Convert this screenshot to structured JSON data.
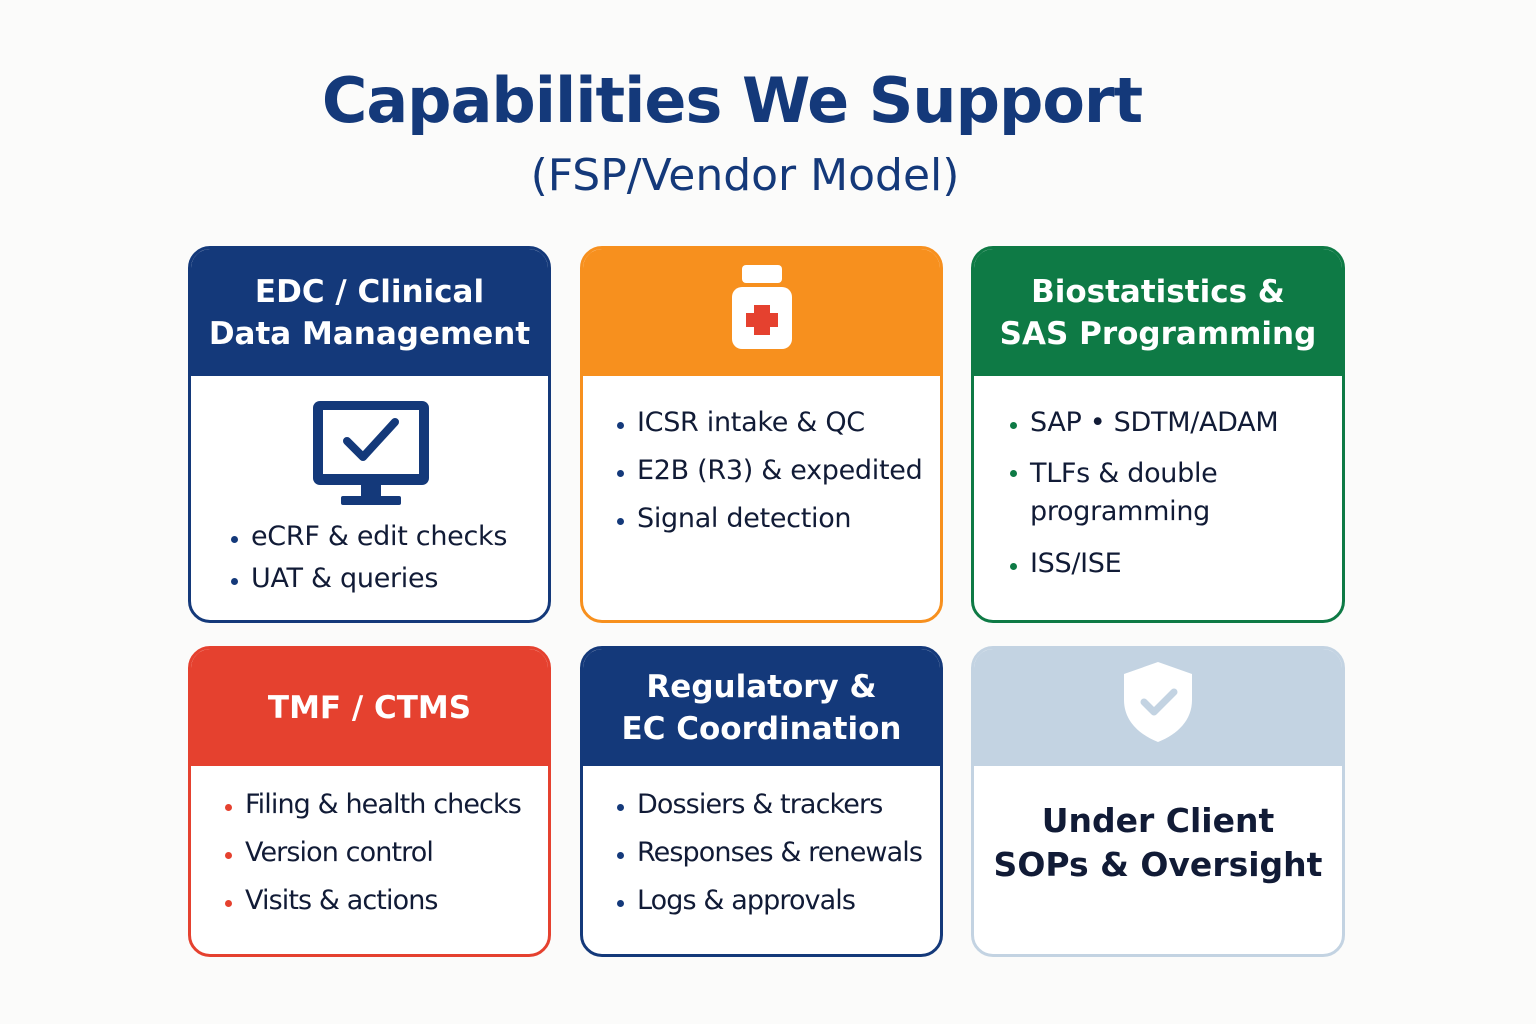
{
  "page": {
    "title": "Capabilities We Support",
    "subtitle": "(FSP/Vendor Model)"
  },
  "colors": {
    "navy": "#14397a",
    "orange": "#f7901e",
    "green": "#0e7a45",
    "red": "#e5412f",
    "light_blue": "#c3d3e2"
  },
  "cards": [
    {
      "header": "EDC / Clinical\nData Management",
      "icon": "monitor-check-icon",
      "items": [
        "eCRF & edit checks",
        "UAT & queries"
      ]
    },
    {
      "header": "",
      "icon": "medicine-bottle-icon",
      "items": [
        "ICSR intake & QC",
        "E2B (R3) & expedited",
        "Signal detection"
      ]
    },
    {
      "header": "Biostatistics &\nSAS Programming",
      "items": [
        "SAP • SDTM/ADAM",
        "TLFs & double programming",
        "ISS/ISE"
      ]
    },
    {
      "header": "TMF / CTMS",
      "items": [
        "Filing & health checks",
        "Version control",
        "Visits & actions"
      ]
    },
    {
      "header": "Regulatory &\nEC Coordination",
      "items": [
        "Dossiers & trackers",
        "Responses & renewals",
        "Logs & approvals"
      ]
    },
    {
      "header": "",
      "icon": "shield-check-icon",
      "body": "Under Client\nSOPs & Oversight"
    }
  ]
}
